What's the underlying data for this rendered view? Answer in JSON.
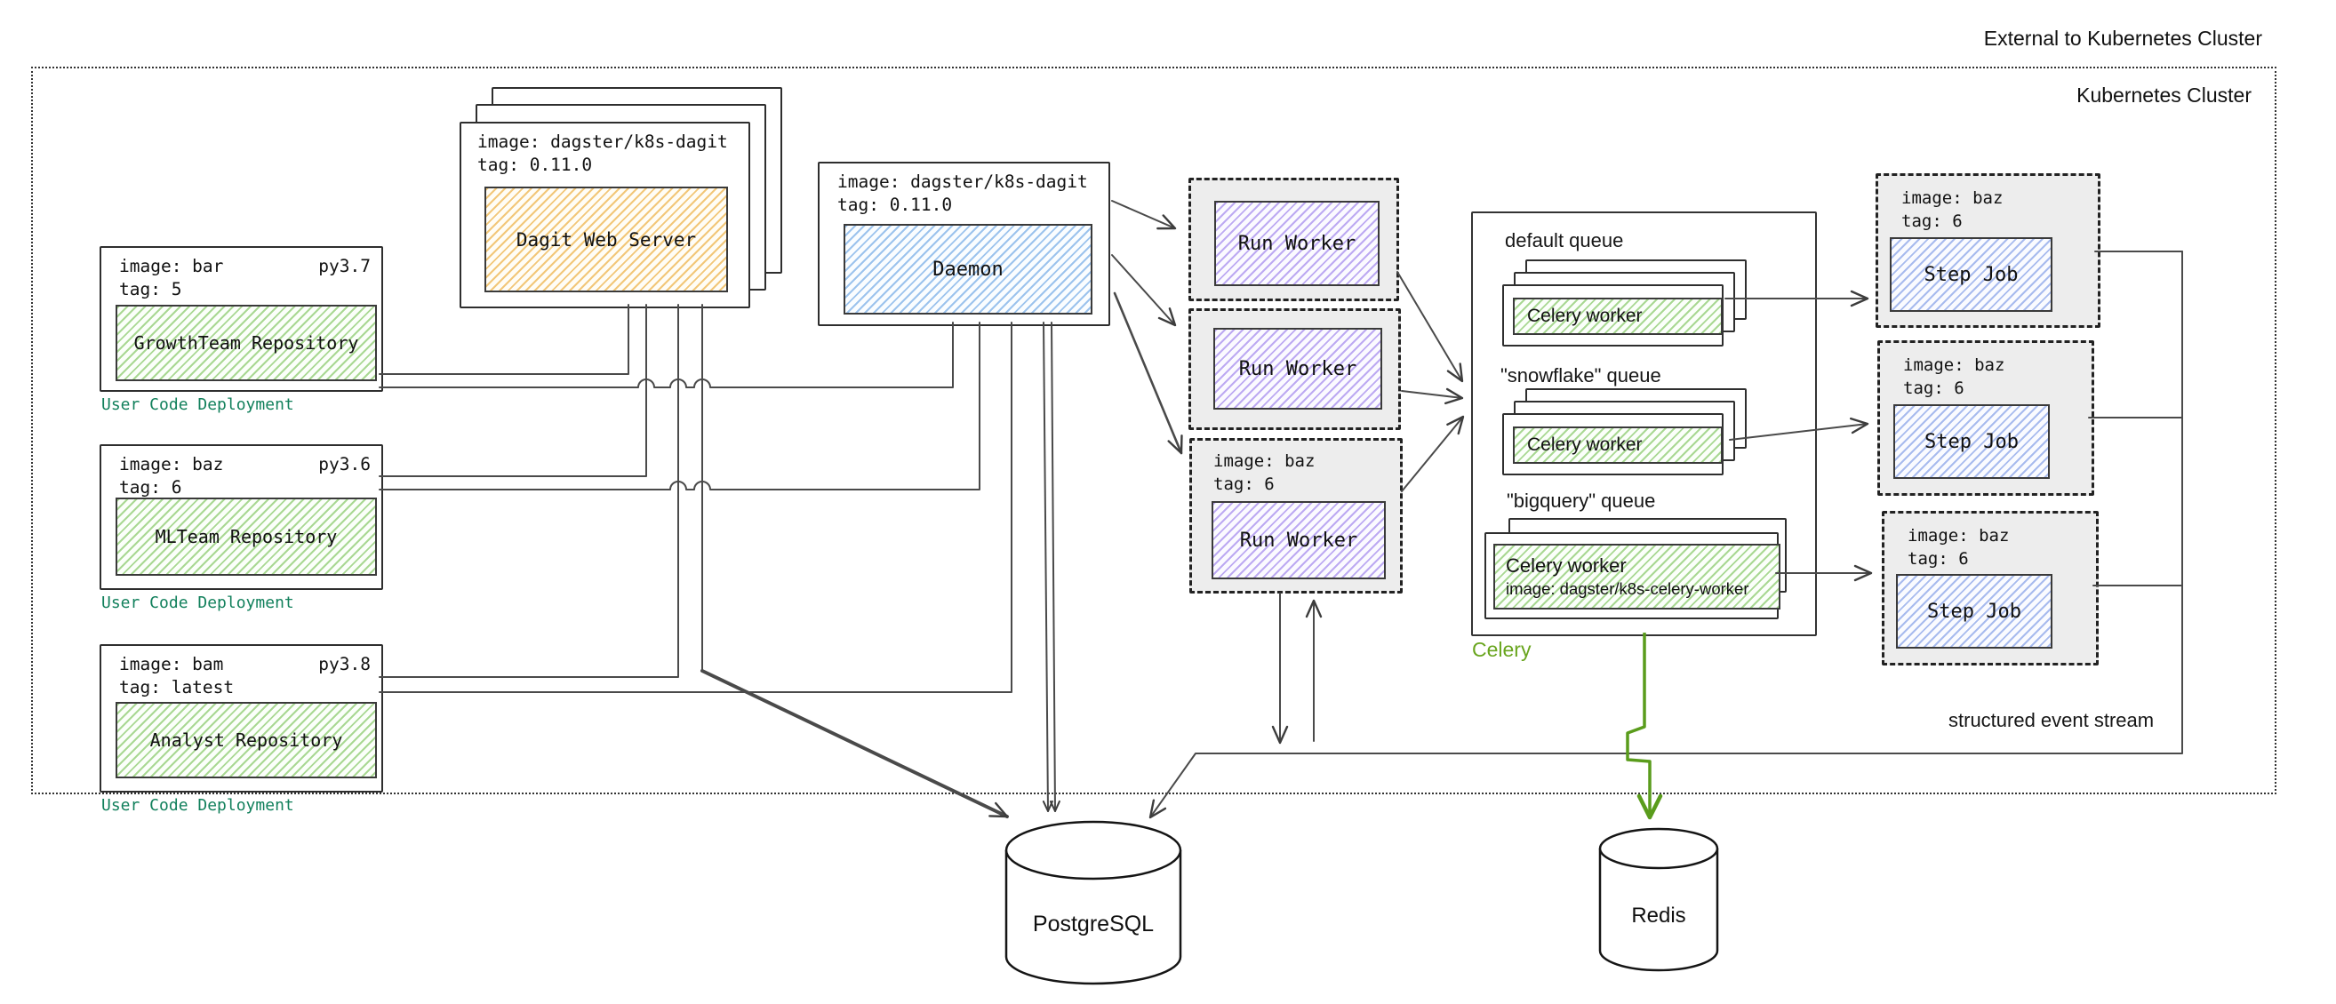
{
  "colors": {
    "user_code_label": "#12805c",
    "celery_label": "#69a51e",
    "green_arrow": "#5a9c1c",
    "hatch_green": "#a9d893",
    "hatch_orange": "#f2c779",
    "hatch_blue_daemon": "#9cc3ed",
    "hatch_blue_step": "#a8bbee",
    "hatch_purple": "#bdaaf2"
  },
  "cluster": {
    "external_label": "External to Kubernetes Cluster",
    "cluster_label": "Kubernetes Cluster"
  },
  "deployments": [
    {
      "image": "image: bar",
      "py": "py3.7",
      "tag": "tag: 5",
      "repo": "GrowthTeam Repository",
      "label": "User Code Deployment"
    },
    {
      "image": "image: baz",
      "py": "py3.6",
      "tag": "tag: 6",
      "repo": "MLTeam Repository",
      "label": "User Code Deployment"
    },
    {
      "image": "image: bam",
      "py": "py3.8",
      "tag": "tag: latest",
      "repo": "Analyst Repository",
      "label": "User Code Deployment"
    }
  ],
  "dagit": {
    "image": "image: dagster/k8s-dagit",
    "tag": "tag: 0.11.0",
    "title": "Dagit Web Server"
  },
  "daemon": {
    "image": "image: dagster/k8s-dagit",
    "tag": "tag: 0.11.0",
    "title": "Daemon"
  },
  "run_workers": [
    {
      "title": "Run Worker"
    },
    {
      "title": "Run Worker"
    },
    {
      "image": "image: baz",
      "tag": "tag: 6",
      "title": "Run Worker"
    }
  ],
  "celery": {
    "label": "Celery",
    "queues": [
      {
        "name": "default queue",
        "worker": "Celery worker"
      },
      {
        "name": "\"snowflake\" queue",
        "worker": "Celery worker"
      },
      {
        "name": "\"bigquery\" queue",
        "worker": "Celery worker",
        "worker_image": "image: dagster/k8s-celery-worker"
      }
    ]
  },
  "step_jobs": [
    {
      "image": "image: baz",
      "tag": "tag: 6",
      "title": "Step Job"
    },
    {
      "image": "image: baz",
      "tag": "tag: 6",
      "title": "Step Job"
    },
    {
      "image": "image: baz",
      "tag": "tag: 6",
      "title": "Step Job"
    }
  ],
  "event_stream_label": "structured event stream",
  "datastores": {
    "postgres": "PostgreSQL",
    "redis": "Redis"
  }
}
